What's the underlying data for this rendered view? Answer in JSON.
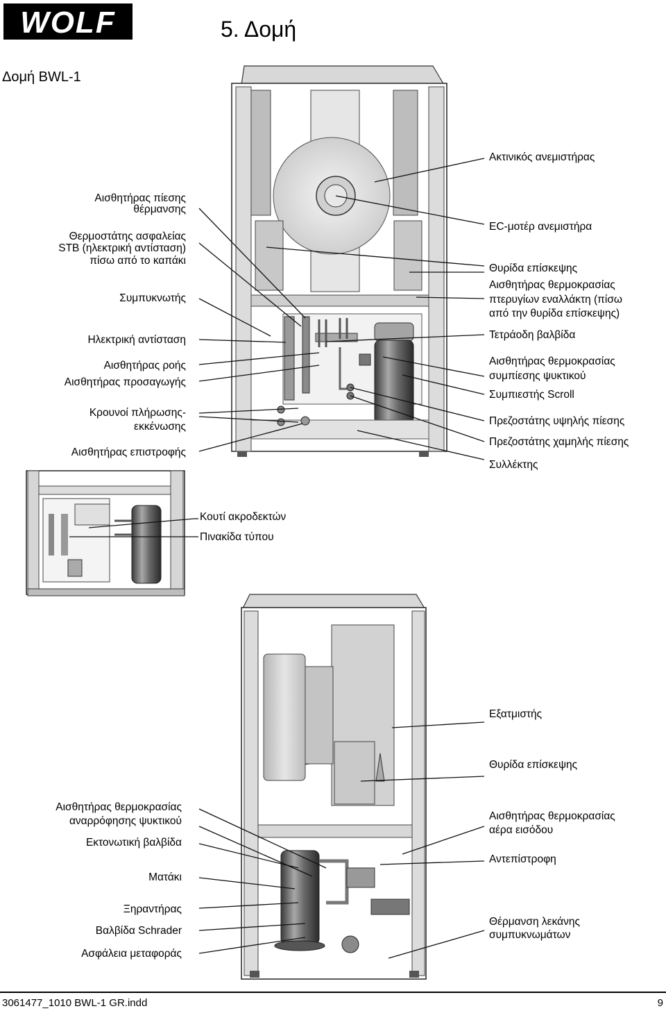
{
  "header": {
    "logo_text": "WOLF",
    "page_title": "5. Δομή",
    "section_title": "Δομή BWL-1"
  },
  "figure_top": {
    "labels_left": [
      "Αισθητήρας πίεσης",
      "θέρμανσης",
      "Θερμοστάτης ασφαλείας",
      "STB (ηλεκτρική αντίσταση)",
      "πίσω από το καπάκι",
      "Συμπυκνωτής",
      "Ηλεκτρική αντίσταση",
      "Αισθητήρας ροής",
      "Αισθητήρας προσαγωγής",
      "Κρουνοί πλήρωσης-",
      "εκκένωσης",
      "Αισθητήρας επιστροφής"
    ],
    "labels_right": [
      "Ακτινικός ανεμιστήρας",
      "EC-μοτέρ ανεμιστήρα",
      "Θυρίδα επίσκεψης",
      "Αισθητήρας θερμοκρασίας",
      "πτερυγίων εναλλάκτη (πίσω",
      "από την θυρίδα επίσκεψης)",
      "Τετράοδη βαλβίδα",
      "Αισθητήρας θερμοκρασίας",
      "συμπίεσης ψυκτικού",
      "Συμπιεστής Scroll",
      "Πρεζοστάτης υψηλής πίεσης",
      "Πρεζοστάτης χαμηλής πίεσης",
      "Συλλέκτης"
    ]
  },
  "figure_middle": {
    "labels": [
      "Κουτί ακροδεκτών",
      "Πινακίδα τύπου"
    ]
  },
  "figure_bottom": {
    "labels_right": [
      "Εξατμιστής",
      "Θυρίδα επίσκεψης",
      "Αισθητήρας θερμοκρασίας",
      "αέρα εισόδου",
      "Αντεπίστροφη",
      "Θέρμανση λεκάνης",
      "συμπυκνωμάτων"
    ],
    "labels_left": [
      "Αισθητήρας θερμοκρασίας",
      "αναρρόφησης ψυκτικού",
      "Εκτονωτική βαλβίδα",
      "Ματάκι",
      "Ξηραντήρας",
      "Βαλβίδα Schrader",
      "Ασφάλεια μεταφοράς"
    ]
  },
  "footer": {
    "doc_id": "3061477_1010 BWL-1 GR.indd",
    "page_number": "9"
  }
}
